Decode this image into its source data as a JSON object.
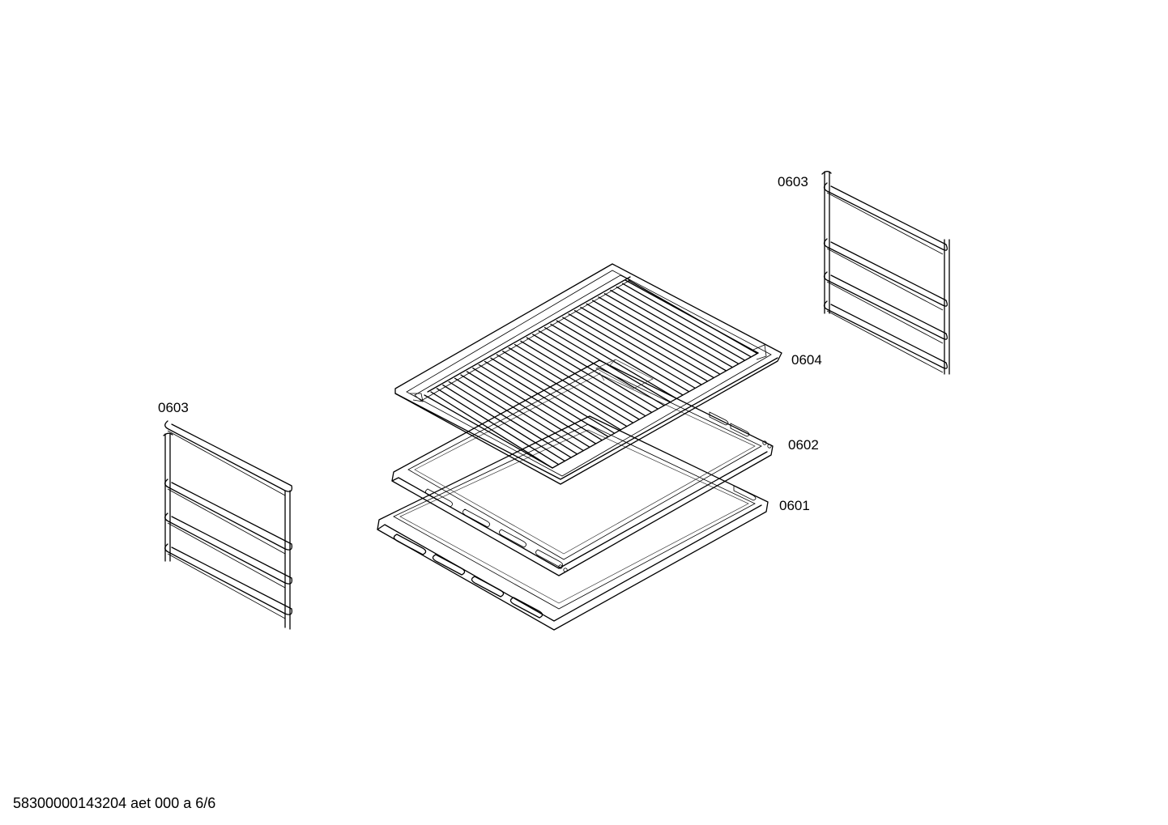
{
  "labels": {
    "rail_left": "0603",
    "rail_right": "0603",
    "wire_rack": "0604",
    "baking_tray": "0602",
    "deep_tray": "0601"
  },
  "footer": "58300000143204 aet 000 a 6/6"
}
